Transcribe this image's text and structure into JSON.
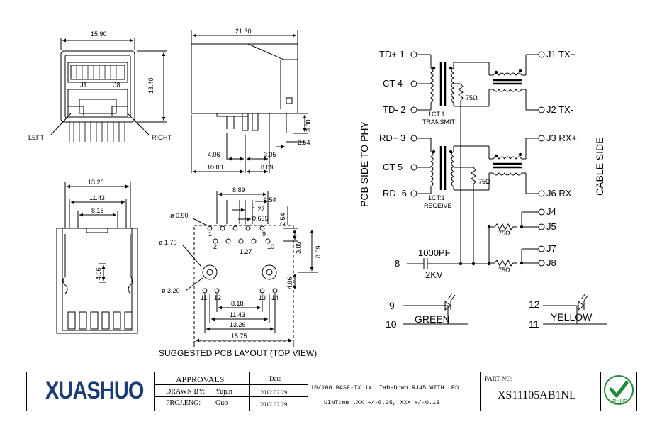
{
  "front_view": {
    "width": "15.90",
    "height": "13.40",
    "pin_left": "J1",
    "pin_right": "J8",
    "led_left": "LEFT",
    "led_right": "RIGHT"
  },
  "side_view": {
    "length": "21.30",
    "pin_height": "3.80",
    "pitch_a": "2.54",
    "dim_406": "4.06",
    "dim_305": "3.05",
    "dim_1080": "10.80",
    "dim_889": "8.89"
  },
  "bottom_view": {
    "w1": "13.26",
    "w2": "11.43",
    "w3": "8.18",
    "h1": "4.06"
  },
  "pcb_layout": {
    "caption": "SUGGESTED PCB LAYOUT (TOP VIEW)",
    "d_top": "8.89",
    "d_254": "2.54",
    "d_127a": "1.27",
    "d_0635": "0.635",
    "d_254v": "2.54",
    "d_127b": "1.27",
    "d_305": "3.05",
    "d_889v": "8.89",
    "d_406": "4.06",
    "hole_090": "ø 0.90",
    "hole_170": "ø 1.70",
    "hole_320": "ø 3.20",
    "b_818": "8.18",
    "b_1143": "11.43",
    "b_1326": "13.26",
    "b_1575": "15.75",
    "pins": [
      "1",
      "2",
      "9",
      "10",
      "11",
      "12",
      "13",
      "14"
    ]
  },
  "schematic": {
    "left_axis": "PCB SIDE TO PHY",
    "right_axis": "CABLE SIDE",
    "td_plus": "TD+ 1",
    "ct4": "CT  4",
    "td_minus": "TD- 2",
    "rd_plus": "RD+ 3",
    "ct5": "CT  5",
    "rd_minus": "RD- 6",
    "j1": "J1 TX+",
    "j2": "J2 TX-",
    "j3": "J3 RX+",
    "j6": "J6 RX-",
    "j4": "J4",
    "j5": "J5",
    "j7": "J7",
    "j8": "J8",
    "tx_ratio": "1CT:1",
    "tx_name": "TRANSMIT",
    "rx_ratio": "1CT:1",
    "rx_name": "RECEIVE",
    "r1": "75Ω",
    "r2": "75Ω",
    "r3": "75Ω",
    "r4": "75Ω",
    "cap_value": "1000PF",
    "cap_voltage": "2KV",
    "pin8": "8",
    "led_green": {
      "pin_a": "9",
      "pin_b": "10",
      "label": "GREEN"
    },
    "led_yellow": {
      "pin_a": "12",
      "pin_b": "11",
      "label": "YELLOW"
    }
  },
  "title_block": {
    "logo": "XUASHUO",
    "approvals": "APPROVALS",
    "date_header": "Date",
    "drawn_by_label": "DRAWN BY:",
    "drawn_by_name": "Yujun",
    "drawn_date": "2012.02.29",
    "proj_eng_label": "PROJ.ENG:",
    "proj_eng_name": "Guo",
    "proj_date": "2012.02.29",
    "description": "10/100 BASE-TX 1x1 Tab-Down RJ45 WITH LED",
    "tolerance": "UINT:mm .XX +/-0.25,.XXX +/-0.13",
    "part_no_label": "PART NO:",
    "part_no": "XS11105AB1NL",
    "rohs": "RoHS"
  }
}
